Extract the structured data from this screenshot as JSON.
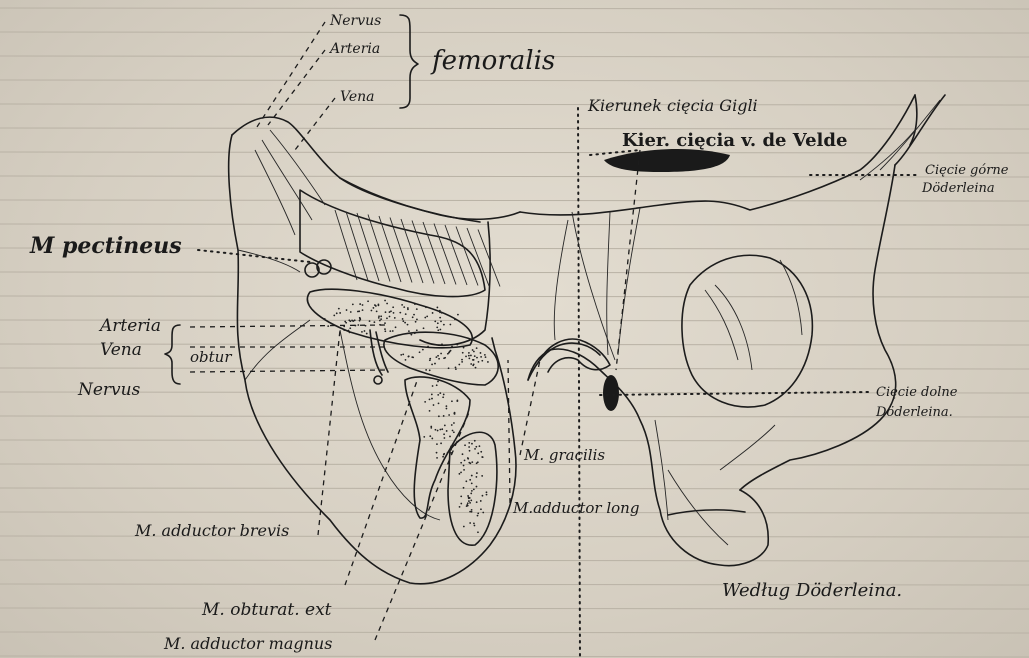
{
  "labels": {
    "nervus_top": "Nervus",
    "arteria_top": "Arteria",
    "vena_top": "Vena",
    "femoralis": "femoralis",
    "pectineus": "M pectineus",
    "arteria_left": "Arteria",
    "vena_left": "Vena",
    "obtur": "obtur",
    "nervus_left": "Nervus",
    "adductor_brevis": "M. adductor brevis",
    "obturat_ext": "M. obturat. ext",
    "adductor_magnus": "M. adductor magnus",
    "kierunek_gigli": "Kierunek cięcia Gigli",
    "kier_de_velde": "Kier. cięcia v. de Velde",
    "ciecie_gorne_1": "Cięcie górne",
    "ciecie_gorne_2": "Döderleina",
    "ciecie_dolne_1": "Cięcie dolne",
    "ciecie_dolne_2": "Döderleina.",
    "gracilis": "M. gracilis",
    "adductor_long": "M.adductor long",
    "wedlug": "Według Döderleina."
  },
  "colors": {
    "paper": "#dcd6ca",
    "ink": "#1c1c1c"
  }
}
